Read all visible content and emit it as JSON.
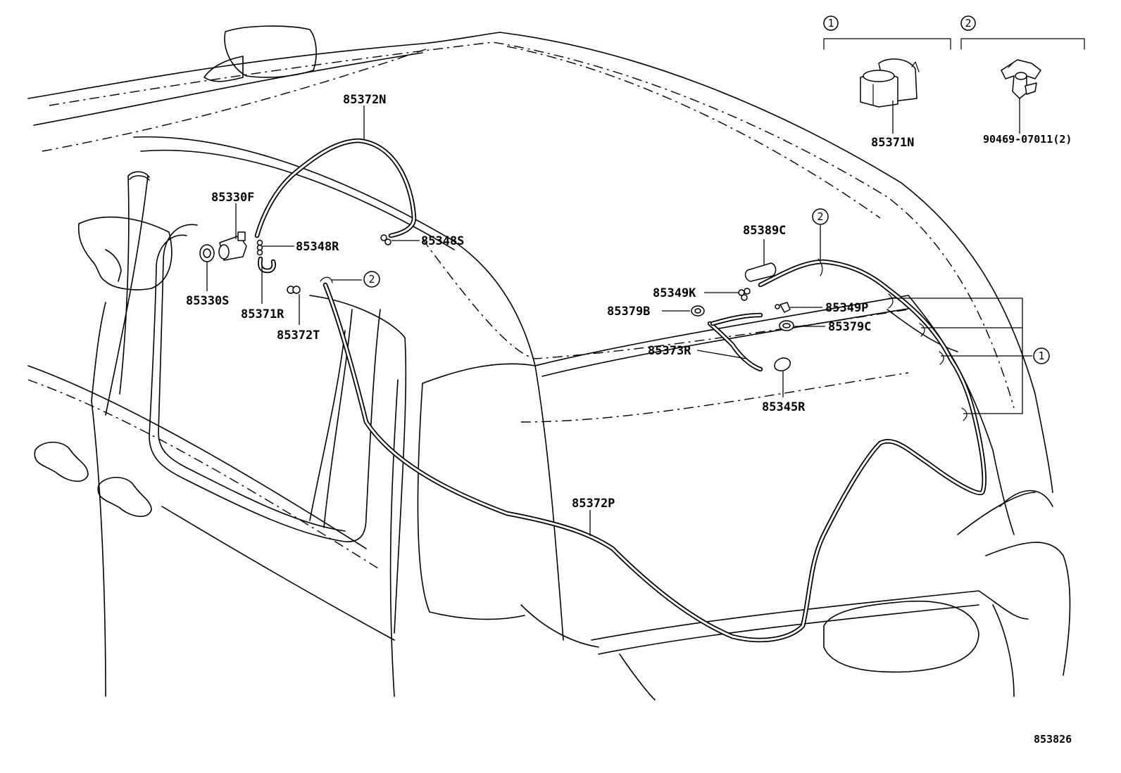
{
  "diagram": {
    "figure_number": "853826",
    "parts": {
      "p85372N": "85372N",
      "p85330F": "85330F",
      "p85348R": "85348R",
      "p85348S": "85348S",
      "p85330S": "85330S",
      "p85371R": "85371R",
      "p85372T": "85372T",
      "p85389C": "85389C",
      "p85349K": "85349K",
      "p85379B": "85379B",
      "p85349P": "85349P",
      "p85379C": "85379C",
      "p85373R": "85373R",
      "p85345R": "85345R",
      "p85372P": "85372P",
      "p85371N": "85371N",
      "p90469": "90469-07011(2)"
    },
    "refs": {
      "r1": "1",
      "r2": "2"
    }
  }
}
